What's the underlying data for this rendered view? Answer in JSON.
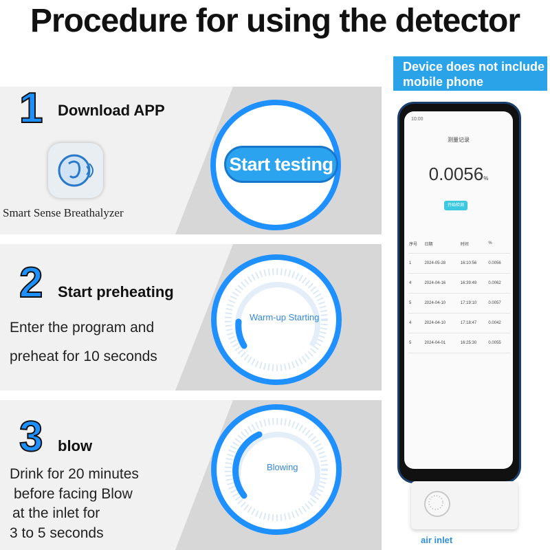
{
  "title": "Procedure for using the detector",
  "notice": {
    "line1": "Device does not include",
    "line2": "mobile phone"
  },
  "steps": [
    {
      "number": "1",
      "title": "Download APP",
      "app_name": "Smart Sense Breathalyzer",
      "button": "Start testing"
    },
    {
      "number": "2",
      "title": "Start preheating",
      "lines": [
        "Enter the program and",
        "preheat for 10 seconds"
      ],
      "gauge_label": "Warm-up Starting"
    },
    {
      "number": "3",
      "title": "blow",
      "lines": [
        "Drink for 20 minutes",
        "before facing Blow",
        "at the inlet for",
        "3 to 5 seconds"
      ],
      "gauge_label": "Blowing"
    }
  ],
  "phone": {
    "status": "10:00",
    "screen_title": "测量记录",
    "reading": "0.0056",
    "reading_unit": "%",
    "button": "开始检测",
    "headers": [
      "序号",
      "日期",
      "时间",
      "%"
    ],
    "rows": [
      [
        "1",
        "2024-05-28",
        "16:10:56",
        "0.0056"
      ],
      [
        "4",
        "2024-04-16",
        "16:39:49",
        "0.0062"
      ],
      [
        "5",
        "2024-04-10",
        "17:19:10",
        "0.0057"
      ],
      [
        "4",
        "2024-04-10",
        "17:18:47",
        "0.0042"
      ],
      [
        "5",
        "2024-04-01",
        "16:25:30",
        "0.0055"
      ]
    ]
  },
  "device": {
    "inlet_label": "air inlet"
  },
  "colors": {
    "accent": "#1e90ff",
    "badge": "#2aa3e8",
    "panel": "#f1f1f1"
  }
}
